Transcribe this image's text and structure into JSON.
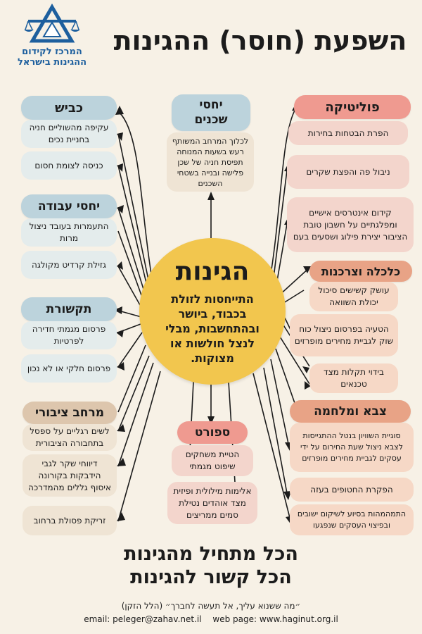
{
  "logo": {
    "name_line1": "המרכז לקידום",
    "name_line2": "ההגינות בישראל"
  },
  "title": "השפעת (חוסר) ההגינות",
  "center": {
    "title": "הגינות",
    "text": "התייחסות לזולת בכבוד, ביושר ובהתחשבות, מבלי לנצל חולשות או מצוקות."
  },
  "categories": {
    "politics": {
      "title": "פוליטיקה",
      "items": [
        "הפרת הבטחות בחירות",
        "ניבול פה והפצת שקרים",
        "קידום אינטרסים אישיים ומפלגתיים על חשבון טובת הציבור יצירת פילוג ושסעים בעם"
      ]
    },
    "neighbors": {
      "title": "יחסי שכנים",
      "items": [
        "לכלוך המרחב המשותף רעש בשעות המנוחה תפיסת חניה של שכן פלישה ובנייה בשטחי השכנים"
      ]
    },
    "road": {
      "title": "כביש",
      "items": [
        "עקיפה מהשוליים חניה בחניית נכים",
        "כניסה לצומת חסום"
      ]
    },
    "work": {
      "title": "יחסי עבודה",
      "items": [
        "התעמרות בעובד ניצול מרות",
        "גזילת קרדיט מקולגה"
      ]
    },
    "media": {
      "title": "תקשורת",
      "items": [
        "פרסום מגמתי חדירה לפרטיות",
        "פרסום חלקי או לא נכון"
      ]
    },
    "public_space": {
      "title": "מרחב ציבורי",
      "items": [
        "לשים רגליים על ספסל בתחבורה הציבורית",
        "דיווחי שקר לגבי הידבקות בקורונה איסוף גללים מהמדרכה",
        "זריקת פסולת ברחוב"
      ]
    },
    "economy": {
      "title": "כלכלה וצרכנות",
      "items": [
        "עושק קשישים סיכול יכולת השוואה",
        "הטעיה בפרסום ניצול כוח שוק לגביית מחירים מופרזים",
        "בידוי תקלות מצד טכנאים"
      ]
    },
    "sport": {
      "title": "ספורט",
      "items": [
        "הטיית משחקים שיפוט מגמתי",
        "אלימות מילולית ופיזית מצד אוהדים נטילת סמים ממריצים"
      ]
    },
    "army": {
      "title": "צבא ומלחמה",
      "items": [
        "סוגיית השוויון בנטל ההתגייסות לצבא ניצול שעת החירום על ידי עסקים לגביית מחירים מופרזים",
        "הפקרת החטופים בעזה",
        "התמהמהות בסיוע לשיקום ישובים ובפיצוי העסקים שנפגעו"
      ]
    }
  },
  "slogan": {
    "line1": "הכל מתחיל מהגינות",
    "line2": "הכל קשור להגינות"
  },
  "quote": "״מה ששנוא עליך, אל תעשה לחברך״ (הלל הזקן)",
  "contact": {
    "email": "email: peleger@zahav.net.il",
    "web": "web page: www.haginut.org.il"
  },
  "colors": {
    "accent_yellow": "#f2c64e",
    "logo_blue": "#1d5f9e",
    "head_blue": "#bcd3dc",
    "head_orange": "#e8a386",
    "head_pink": "#ef9a90",
    "head_tan": "#ddc6ad"
  }
}
